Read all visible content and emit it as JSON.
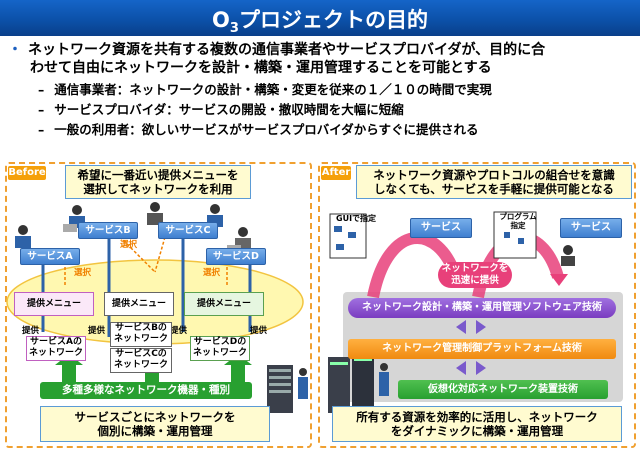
{
  "title": {
    "main": "O",
    "sub": "3",
    "rest": "プロジェクトの目的"
  },
  "bullet_main": {
    "line1": "ネットワーク資源を共有する複数の通信事業者やサービスプロバイダが、目的に合",
    "line2": "わせて自由にネットワークを設計・構築・運用管理することを可能とする"
  },
  "sub_bullets": [
    "通信事業者：ネットワークの設計・構築・変更を従来の１／１０の時間で実現",
    "サービスプロバイダ：サービスの開設・撤収時間を大幅に短縮",
    "一般の利用者：欲しいサービスがサービスプロバイダからすぐに提供される"
  ],
  "before": {
    "tag": "Before",
    "top_note": [
      "希望に一番近い提供メニューを",
      "選択してネットワークを利用"
    ],
    "services": {
      "a": "サービスA",
      "b": "サービスB",
      "c": "サービスC",
      "d": "サービスD"
    },
    "select": "選択",
    "provide": "提供",
    "menu": "提供メニュー",
    "nw_a": [
      "サービスAの",
      "ネットワーク"
    ],
    "nw_b": [
      "サービスBの",
      "ネットワーク"
    ],
    "nw_c": [
      "サービスCの",
      "ネットワーク"
    ],
    "nw_d": [
      "サービスDの",
      "ネットワーク"
    ],
    "equipment": "多種多様なネットワーク機器・種別",
    "bottom_note": [
      "サービスごとにネットワークを",
      "個別に構築・運用管理"
    ]
  },
  "after": {
    "tag": "After",
    "top_note": [
      "ネットワーク資源やプロトコルの組合せを意識",
      "しなくても、サービスを手軽に提供可能となる"
    ],
    "gui": "GUIで指定",
    "program": [
      "プログラム",
      "指定"
    ],
    "service": "サービス",
    "quick": [
      "ネットワークを",
      "迅速に提供"
    ],
    "layer1": "ネットワーク設計・構築・運用管理ソフトウェア技術",
    "layer2": "ネットワーク管理制御プラットフォーム技術",
    "layer3": "仮想化対応ネットワーク装置技術",
    "bottom_note": [
      "所有する資源を効率的に活用し、ネットワーク",
      "をダイナミックに構築・運用管理"
    ]
  },
  "colors": {
    "header": "#0b4fa6",
    "accent": "#f5a00a",
    "service_blue": "#3f7fd0",
    "purple": "#8a3cc8",
    "orange": "#f08a10",
    "green": "#28a030"
  }
}
